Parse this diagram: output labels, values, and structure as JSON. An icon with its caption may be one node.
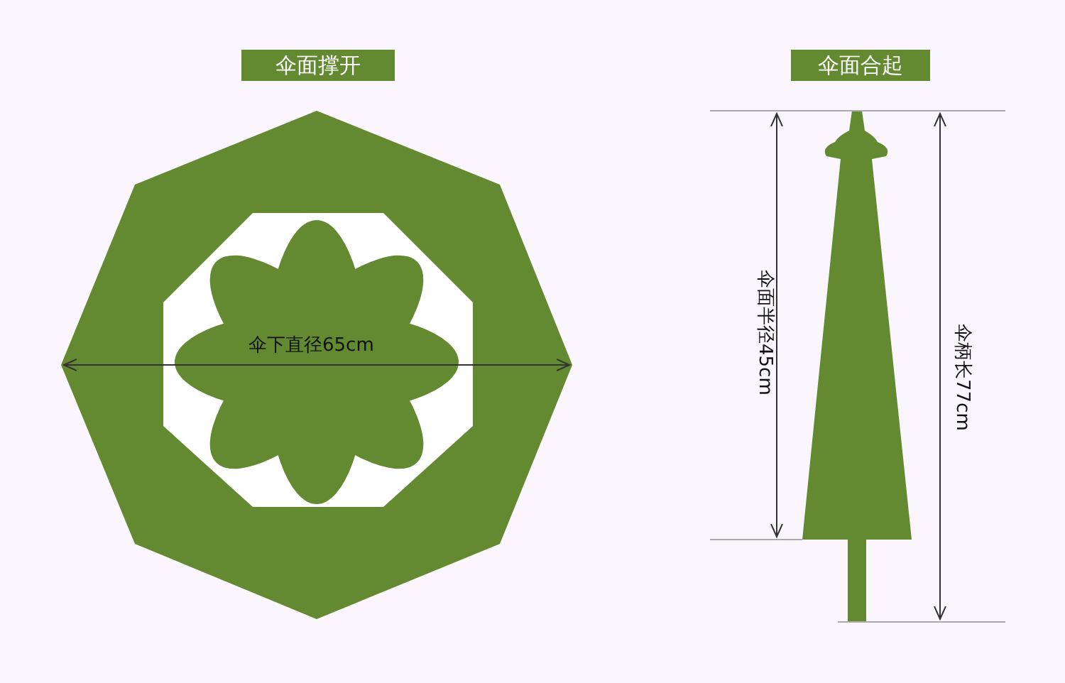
{
  "diagram": {
    "nodes": [
      {
        "text": [
          "伞面撑开"
        ]
      },
      {
        "text": [
          "伞面合起"
        ]
      }
    ],
    "labels": [
      "伞下直径65cm",
      "伞面半径45cm",
      "伞柄长77cm"
    ]
  }
}
